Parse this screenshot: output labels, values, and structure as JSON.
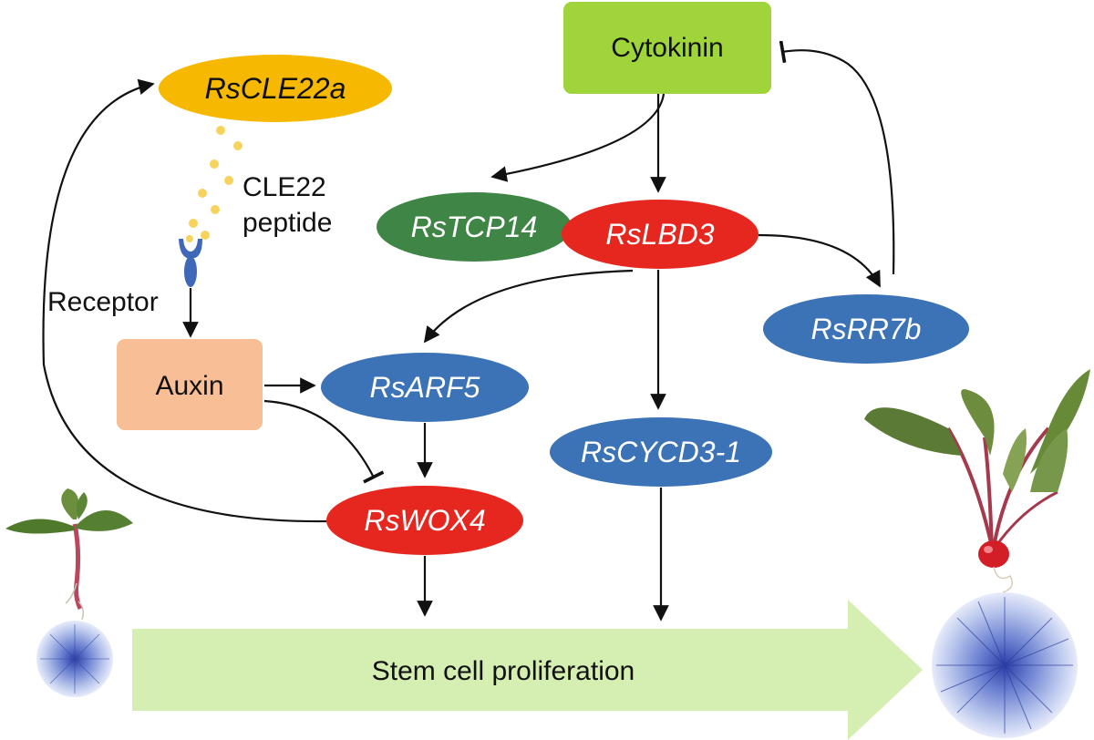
{
  "colors": {
    "yellow": "#f6b800",
    "green_box": "#9fd53b",
    "dark_green": "#3f8545",
    "red": "#e5271f",
    "blue": "#3b73b6",
    "auxin_box": "#f8be95",
    "arrow_band": "#d5eeb1",
    "dots": "#f7d35e",
    "receptor": "#3f68b8"
  },
  "nodes": {
    "cytokinin": "Cytokinin",
    "rscle22a": "RsCLE22a",
    "cle22_line1": "CLE22",
    "cle22_line2": "peptide",
    "receptor": "Receptor",
    "auxin": "Auxin",
    "rstcp14": "RsTCP14",
    "rslbd3": "RsLBD3",
    "rsrr7b": "RsRR7b",
    "rsarf5": "RsARF5",
    "rscycd3": "RsCYCD3-1",
    "rswox4": "RsWOX4"
  },
  "footer": {
    "label": "Stem cell proliferation"
  },
  "images": {
    "seedling": "seedling-image",
    "mature_radish": "radish-plant-image",
    "small_root_section": "root-cross-section-small",
    "large_root_section": "root-cross-section-large"
  }
}
